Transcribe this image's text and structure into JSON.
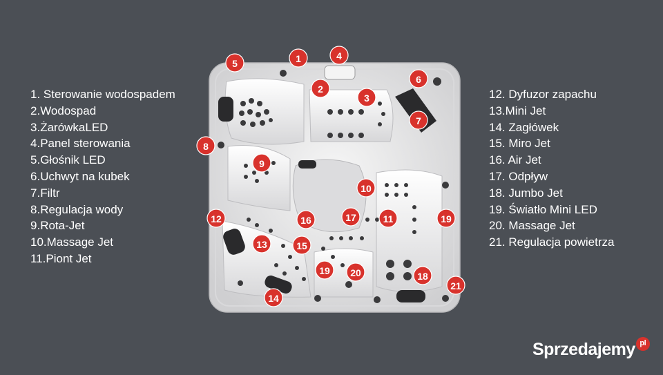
{
  "legend_left": [
    {
      "num": "1.",
      "label": "Sterowanie wodospadem"
    },
    {
      "num": "2.",
      "label": "Wodospad"
    },
    {
      "num": "3.",
      "label": "ŻarówkaLED"
    },
    {
      "num": "4.",
      "label": "Panel sterowania"
    },
    {
      "num": "5.",
      "label": "Głośnik LED"
    },
    {
      "num": "6.",
      "label": "Uchwyt na kubek"
    },
    {
      "num": "7.",
      "label": "Filtr"
    },
    {
      "num": "8.",
      "label": "Regulacja wody"
    },
    {
      "num": "9.",
      "label": "Rota-Jet"
    },
    {
      "num": "10.",
      "label": "Massage Jet"
    },
    {
      "num": "11.",
      "label": "Piont Jet"
    }
  ],
  "legend_right": [
    {
      "num": "12.",
      "label": "Dyfuzor zapachu"
    },
    {
      "num": "13.",
      "label": "Mini Jet"
    },
    {
      "num": "14.",
      "label": "Zagłówek"
    },
    {
      "num": "15.",
      "label": "Miro Jet"
    },
    {
      "num": "16.",
      "label": "Air Jet"
    },
    {
      "num": "17.",
      "label": "Odpływ"
    },
    {
      "num": "18.",
      "label": "Jumbo Jet"
    },
    {
      "num": "19.",
      "label": "Światło Mini LED"
    },
    {
      "num": "20.",
      "label": "Massage Jet"
    },
    {
      "num": "21.",
      "label": "Regulacja powietrza"
    }
  ],
  "markers": [
    "1",
    "2",
    "3",
    "4",
    "5",
    "6",
    "7",
    "8",
    "9",
    "10",
    "11",
    "12",
    "13",
    "14",
    "15",
    "16",
    "17",
    "18",
    "19",
    "19",
    "20",
    "21"
  ],
  "watermark": {
    "text": "Sprzedajemy",
    "badge": "pl"
  },
  "colors": {
    "background": "#4b4f55",
    "marker": "#d8322c",
    "tub_shell": "#ececec"
  }
}
